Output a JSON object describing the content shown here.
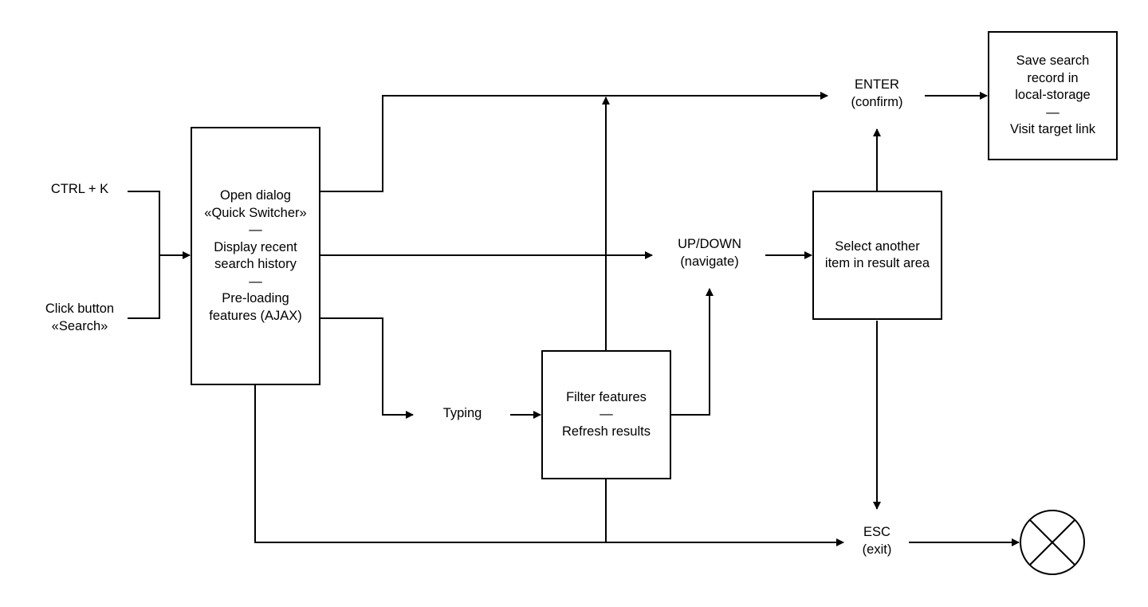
{
  "nodes": {
    "ctrl_k": {
      "lines": [
        "CTRL + K"
      ]
    },
    "click_search": {
      "lines": [
        "Click button",
        "«Search»"
      ]
    },
    "open_dialog": {
      "lines": [
        "Open dialog",
        "«Quick Switcher»",
        "—",
        "Display recent",
        "search history",
        "—",
        "Pre-loading",
        "features (AJAX)"
      ]
    },
    "typing": {
      "lines": [
        "Typing"
      ]
    },
    "filter": {
      "lines": [
        "Filter features",
        "—",
        "Refresh results"
      ]
    },
    "updown": {
      "lines": [
        "UP/DOWN",
        "(navigate)"
      ]
    },
    "select": {
      "lines": [
        "Select another",
        "item in result area"
      ]
    },
    "enter": {
      "lines": [
        "ENTER",
        "(confirm)"
      ]
    },
    "save": {
      "lines": [
        "Save search",
        "record in",
        "local-storage",
        "—",
        "Visit target link"
      ]
    },
    "esc": {
      "lines": [
        "ESC",
        "(exit)"
      ]
    }
  },
  "colors": {
    "stroke": "#000000",
    "background": "#ffffff"
  },
  "icons": {
    "end": "terminator-x-icon"
  }
}
